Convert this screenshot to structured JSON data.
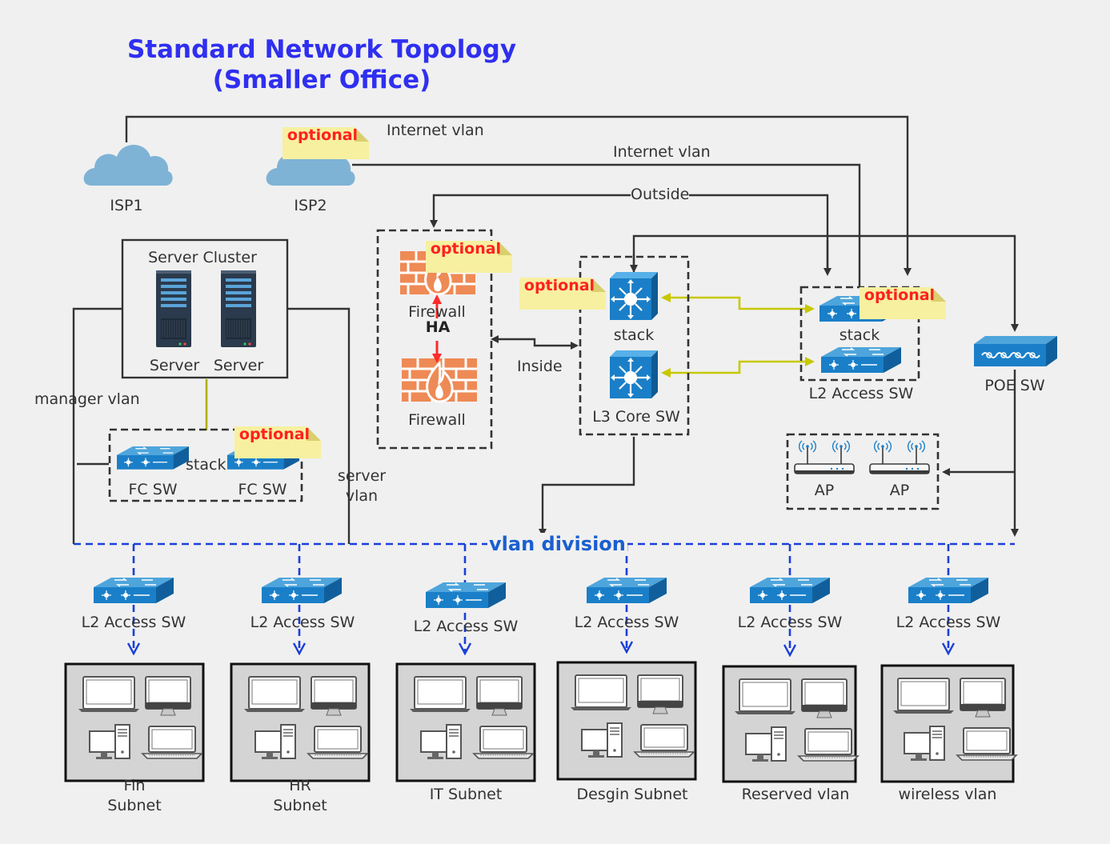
{
  "title": "Standard Network Topology  (Smaller Office)",
  "note_text": "optional",
  "isp": {
    "isp1": "ISP1",
    "isp2": "ISP2"
  },
  "links": {
    "internet_vlan_1": "Internet vlan",
    "internet_vlan_2": "Internet vlan",
    "outside": "Outside",
    "inside": "Inside",
    "manager_vlan": "manager vlan",
    "server_vlan": "server\nvlan",
    "vlan_division": "vlan division"
  },
  "server_cluster": {
    "title": "Server Cluster",
    "server1": "Server",
    "server2": "Server"
  },
  "firewall": {
    "top": "Firewall",
    "bottom": "Firewall",
    "ha": "HA"
  },
  "core": {
    "stack": "stack",
    "label": "L3 Core SW"
  },
  "access_top": {
    "stack": "stack",
    "label": "L2 Access SW"
  },
  "poe": {
    "label": "POE SW"
  },
  "ap": {
    "ap1": "AP",
    "ap2": "AP"
  },
  "fc": {
    "sw1": "FC SW",
    "sw2": "FC SW",
    "stack": "stack"
  },
  "access_row": [
    "L2 Access SW",
    "L2 Access SW",
    "L2 Access SW",
    "L2 Access SW",
    "L2 Access SW",
    "L2 Access SW"
  ],
  "subnets": [
    "Fin\nSubnet",
    "HR\nSubnet",
    "IT Subnet",
    "Desgin Subnet",
    "Reserved vlan",
    "wireless vlan"
  ],
  "colors": {
    "title": "#2f2ff0",
    "note_bg": "#f7f0a0",
    "note_text": "#ff2020",
    "link": "#333333",
    "yellow_link": "#c8c800",
    "vlan_line": "#1a3fd8",
    "switch_blue": "#1a7fc8",
    "cloud": "#7fb3d6",
    "firewall": "#ee8a55",
    "ha_arrow": "#ff2a2a"
  }
}
